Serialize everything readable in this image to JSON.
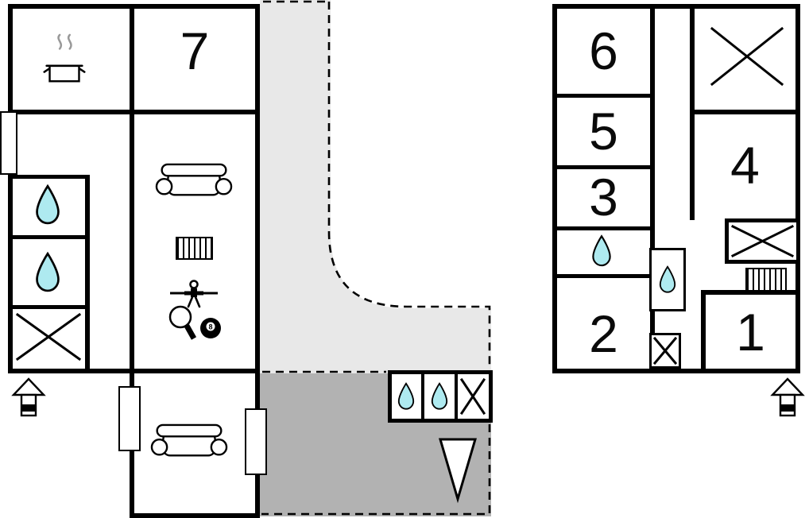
{
  "plan": {
    "rooms": {
      "1": "1",
      "2": "2",
      "3": "3",
      "4": "4",
      "5": "5",
      "6": "6",
      "7": "7"
    },
    "pool_ball_label": "8"
  },
  "colors": {
    "bg": "#ffffff",
    "wall": "#000000",
    "water": "#aeeaf0",
    "terrace-light": "#e8e8e8",
    "terrace-dark": "#b2b2b2",
    "steam": "#999999"
  }
}
